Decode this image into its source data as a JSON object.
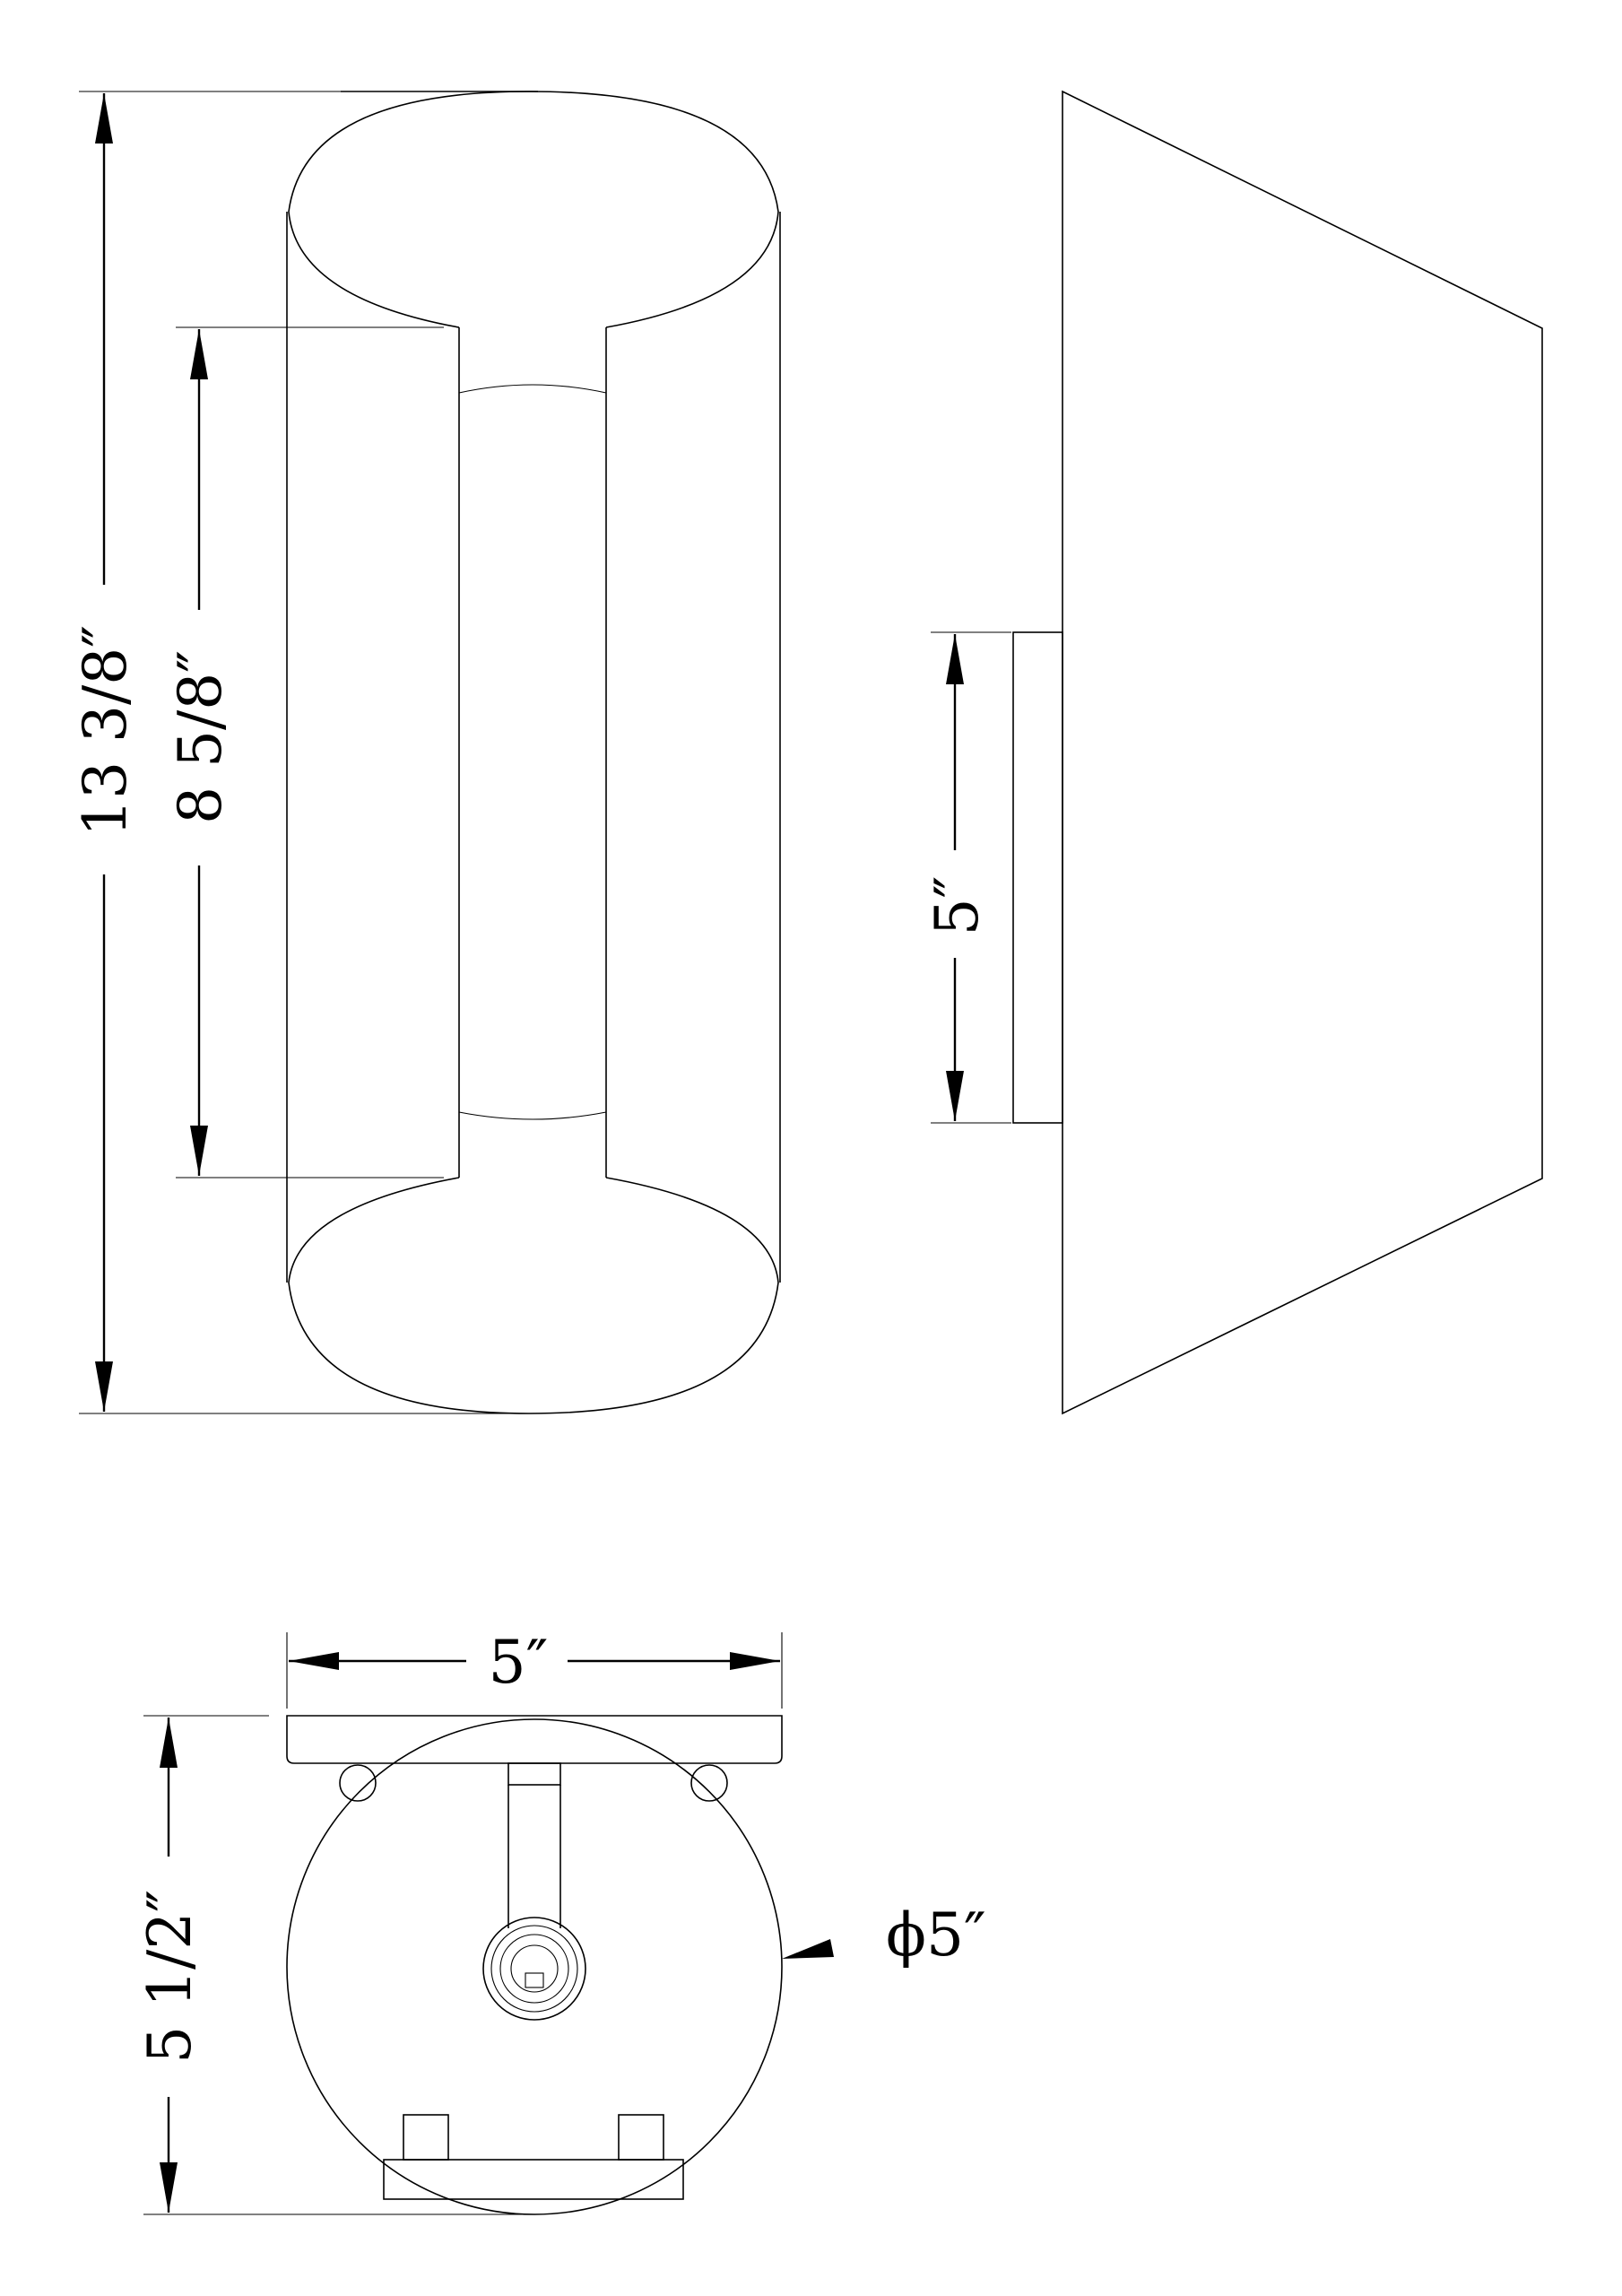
{
  "dimensions": {
    "overall_height": "13 3/8″",
    "shade_opening_height": "8 5/8″",
    "backplate_height": "5″",
    "backplate_width": "5″",
    "depth": "5 1/2″",
    "diameter": "ϕ5″"
  },
  "colors": {
    "line": "#000000",
    "background": "#ffffff"
  }
}
